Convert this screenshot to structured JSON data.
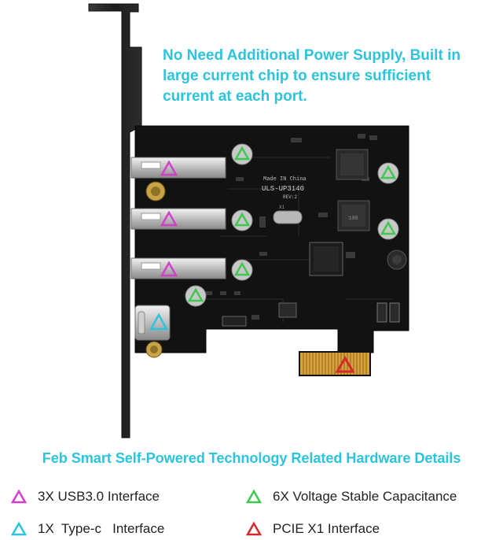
{
  "headline": {
    "line1": "No Need Additional  Power Supply, Built in",
    "line2": "large current chip to ensure sufficient",
    "line3": "current at each port."
  },
  "board": {
    "silkscreen_line1": "Made IN China",
    "silkscreen_line2": "ULS-UP3140",
    "silkscreen_line3": "REV:2",
    "crystal_label": "X1",
    "inductor_label": "100"
  },
  "subtitle": "Feb Smart Self-Powered Technology Related Hardware Details",
  "legend": [
    {
      "text": "3X USB3.0 Interface",
      "color": "#d43fc8"
    },
    {
      "text": "6X Voltage Stable Capacitance",
      "color": "#3fc84f"
    },
    {
      "text": "1X  Type-c   Interface",
      "color": "#2cc4dc"
    },
    {
      "text": "PCIE X1 Interface",
      "color": "#d42a2a"
    }
  ],
  "colors": {
    "accent": "#2cc4dc",
    "pcb": "#111111",
    "bracket": "#222222",
    "gold": "#d8a23a"
  }
}
